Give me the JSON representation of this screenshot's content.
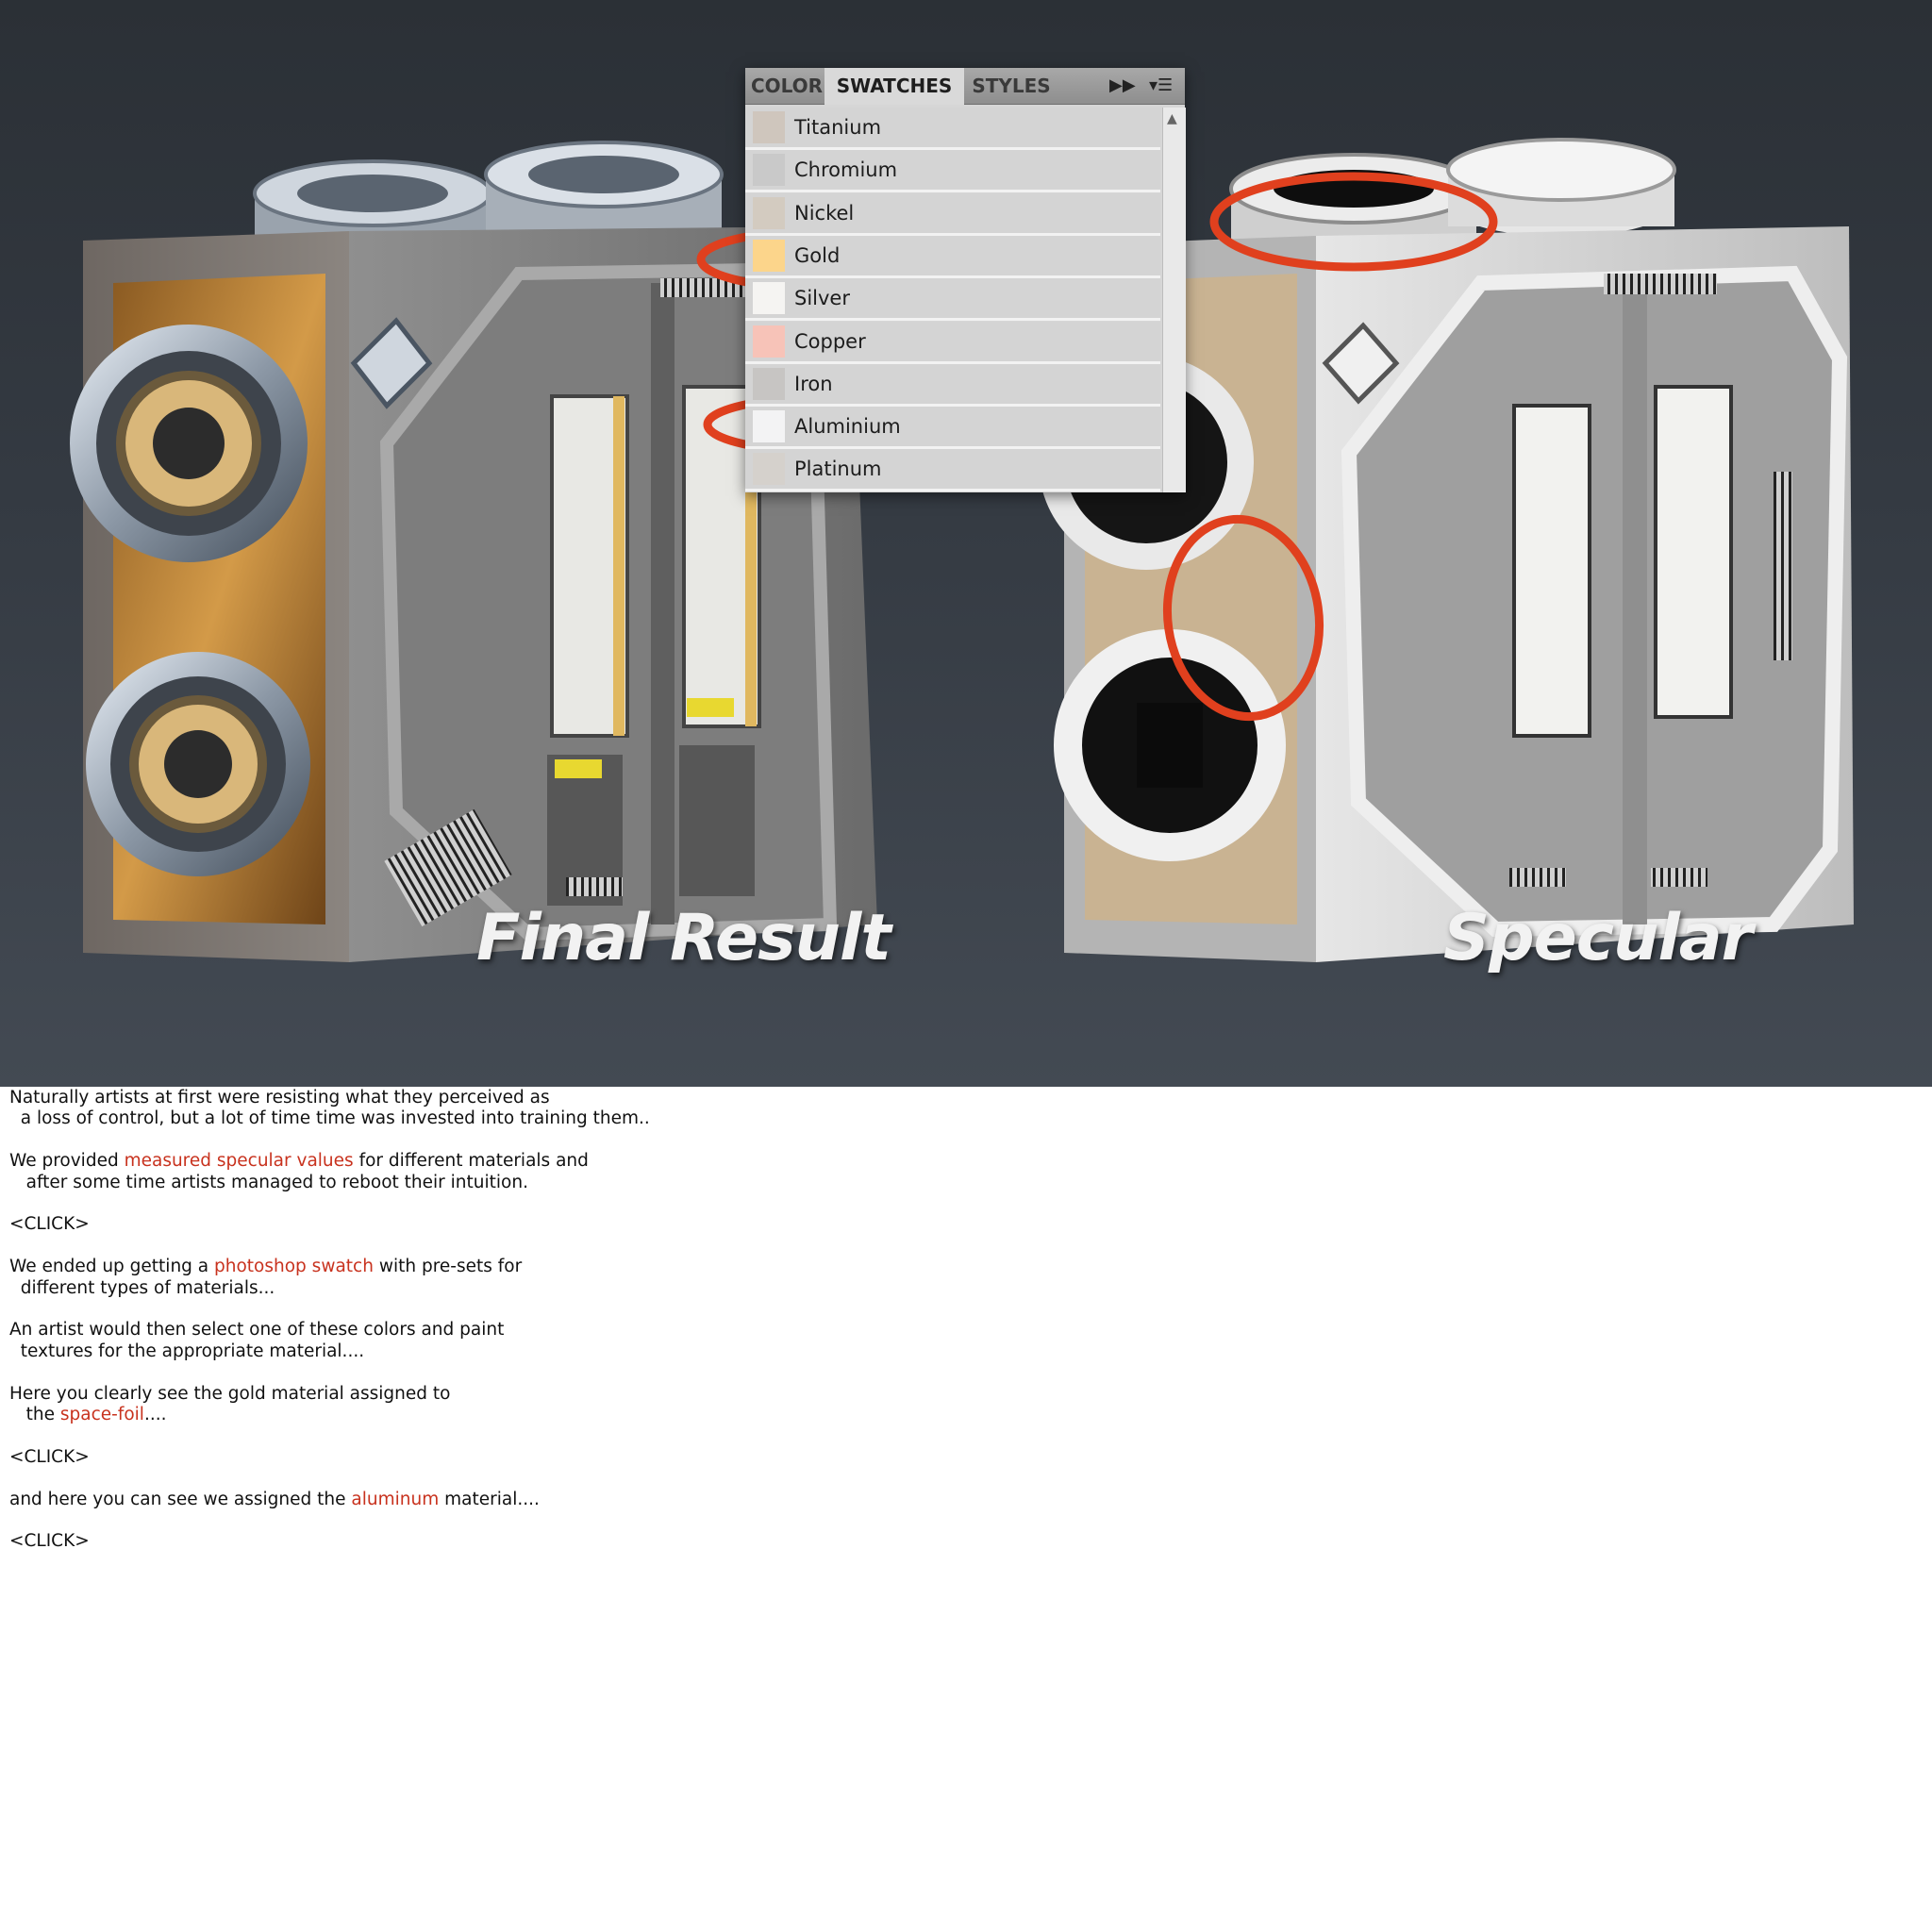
{
  "slide": {
    "caption_left": "Final Result",
    "caption_right": "Specular",
    "colors": {
      "highlight_circle": "#e0401e",
      "note_highlight": "#c8321e",
      "background_top": "#2b3036",
      "background_bottom": "#434a53"
    }
  },
  "panel": {
    "tabs": [
      "COLOR",
      "SWATCHES",
      "STYLES"
    ],
    "active_tab": "SWATCHES",
    "fast_forward_icon": "double-arrow-right-icon",
    "menu_icon": "panel-menu-icon",
    "swatches": [
      {
        "label": "Titanium",
        "color": "#cfc6bd"
      },
      {
        "label": "Chromium",
        "color": "#c9c9c9"
      },
      {
        "label": "Nickel",
        "color": "#d3cbc0"
      },
      {
        "label": "Gold",
        "color": "#fcd58b"
      },
      {
        "label": "Silver",
        "color": "#f5f4f2"
      },
      {
        "label": "Copper",
        "color": "#f7c3b8"
      },
      {
        "label": "Iron",
        "color": "#c7c5c3"
      },
      {
        "label": "Aluminium",
        "color": "#f3f3f4"
      },
      {
        "label": "Platinum",
        "color": "#d5d1cc"
      }
    ]
  },
  "notes": {
    "p1_line1": "Naturally artists at first were resisting what they perceived as",
    "p1_line2": "  a loss of control, but a lot of time time was invested into training them..",
    "p2_a": "We provided ",
    "p2_hl": "measured specular values",
    "p2_b": " for different materials and",
    "p2_line2": "   after some time artists managed to reboot their intuition.",
    "click1": "<CLICK>",
    "p3_a": "We ended up getting a ",
    "p3_hl": "photoshop swatch",
    "p3_b": " with pre-sets for",
    "p3_line2": "  different types of materials...",
    "p4_line1": "An artist would then select one of these colors and paint",
    "p4_line2": "  textures for the appropriate material....",
    "p5_line1": "Here you clearly see the gold material assigned to",
    "p5_a": "   the ",
    "p5_hl": "space-foil",
    "p5_b": "....",
    "click2": "<CLICK>",
    "p6_a": "and here you can see we assigned the ",
    "p6_hl": "aluminum",
    "p6_b": " material....",
    "click3": "<CLICK>"
  }
}
